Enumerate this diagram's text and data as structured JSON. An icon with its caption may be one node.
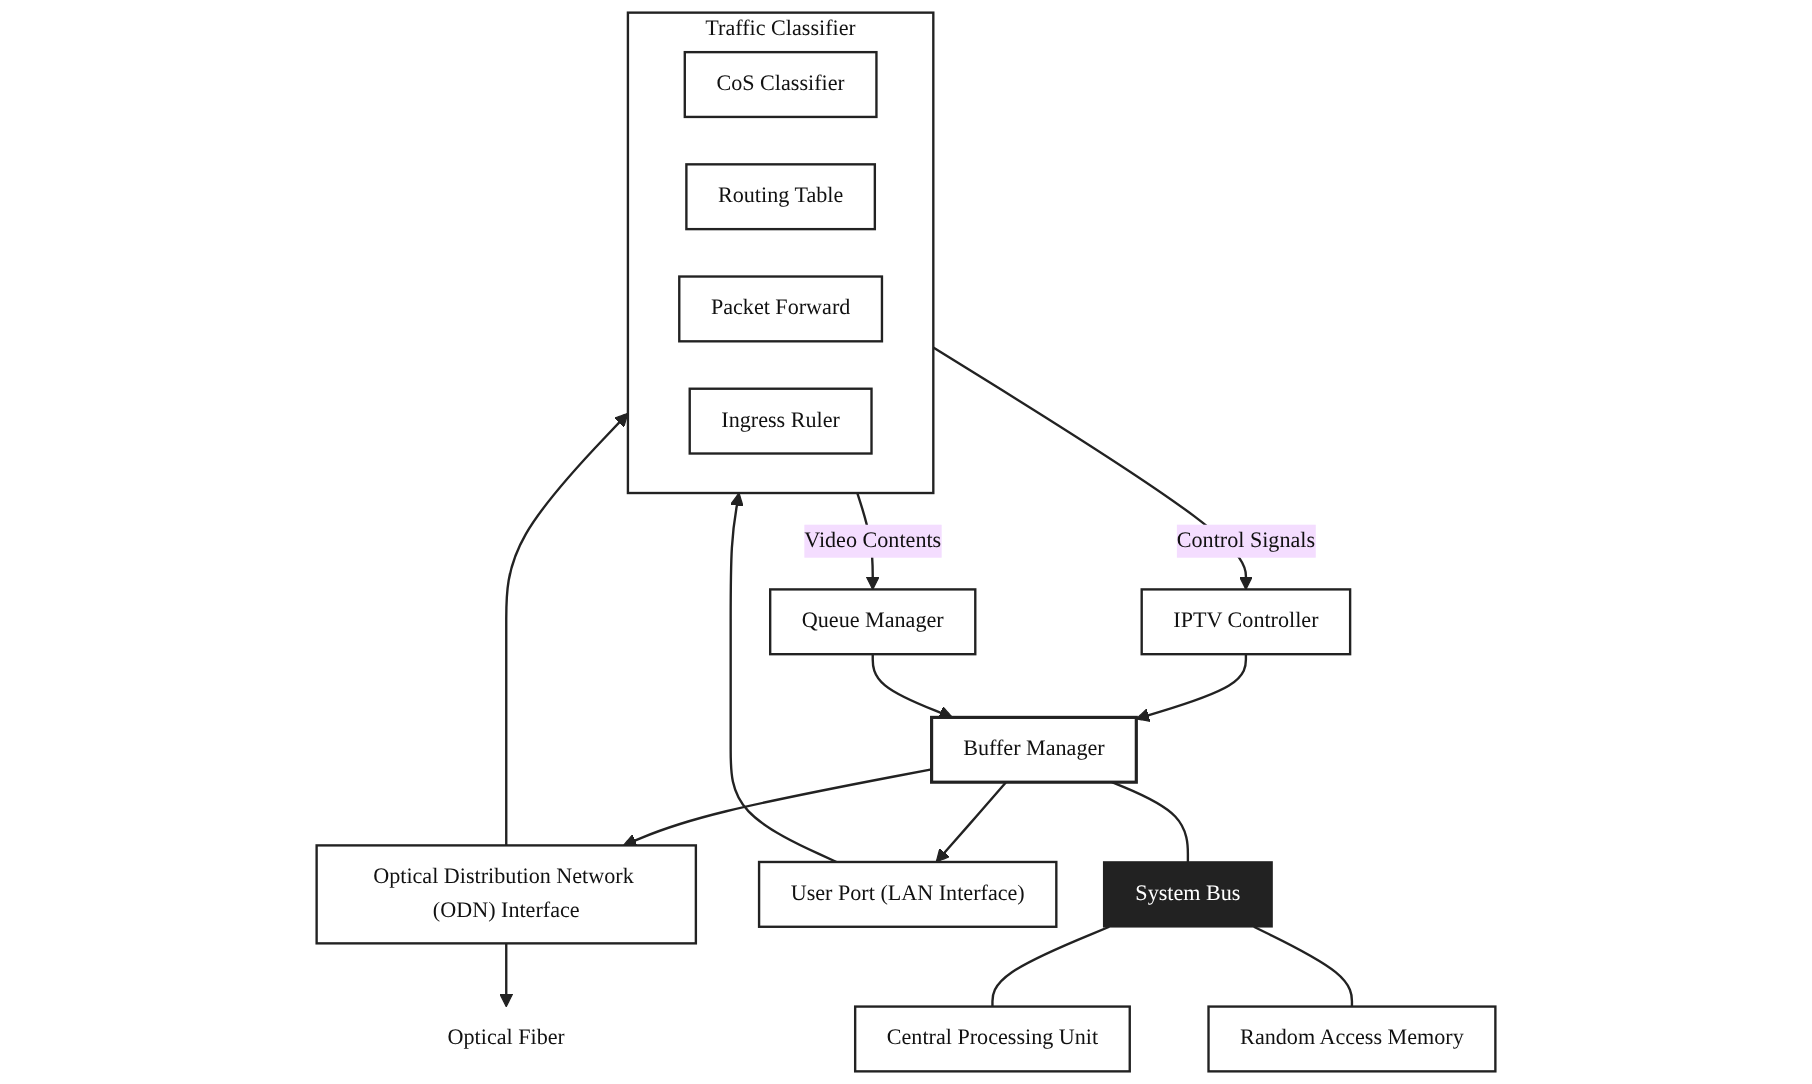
{
  "diagram": {
    "nodes": [
      {
        "text": [
          "Optical Fiber"
        ]
      },
      {
        "text": [
          "Optical Distribution Network (ODN) Interface"
        ]
      },
      {
        "text": [
          "Traffic Classifier"
        ]
      },
      {
        "text": [
          "CoS Classifier"
        ],
        "in": 2
      },
      {
        "text": [
          "Routing Table"
        ],
        "in": 2
      },
      {
        "text": [
          "Packet Forward"
        ],
        "in": 2
      },
      {
        "text": [
          "Ingress Ruler"
        ],
        "in": 2
      },
      {
        "text": [
          "User Port (LAN Interface)"
        ]
      },
      {
        "text": [
          "IPTV Controller"
        ]
      },
      {
        "text": [
          "Queue Manager"
        ]
      },
      {
        "text": [
          "Buffer Manager"
        ]
      },
      {
        "text": [
          "System Bus"
        ]
      },
      {
        "text": [
          "Central Processing Unit"
        ]
      },
      {
        "text": [
          "Random Access Memory"
        ]
      }
    ],
    "edges": [
      {
        "from": 1,
        "to": 0,
        "arrow": "to"
      },
      {
        "from": 1,
        "to": 2,
        "arrow": "to"
      },
      {
        "from": 7,
        "to": 2,
        "arrow": "to"
      },
      {
        "from": 2,
        "to": 8,
        "label": "Control Signals",
        "arrow": "to"
      },
      {
        "from": 2,
        "to": 9,
        "label": "Video Contents",
        "arrow": "to"
      },
      {
        "from": 8,
        "to": 10,
        "arrow": "to"
      },
      {
        "from": 9,
        "to": 10,
        "arrow": "to"
      },
      {
        "from": 10,
        "to": 1,
        "arrow": "to"
      },
      {
        "from": 10,
        "to": 7,
        "arrow": "to"
      },
      {
        "from": 10,
        "to": 11,
        "arrow": "none"
      },
      {
        "from": 11,
        "to": 12,
        "arrow": "none"
      },
      {
        "from": 11,
        "to": 13,
        "arrow": "none"
      }
    ]
  }
}
